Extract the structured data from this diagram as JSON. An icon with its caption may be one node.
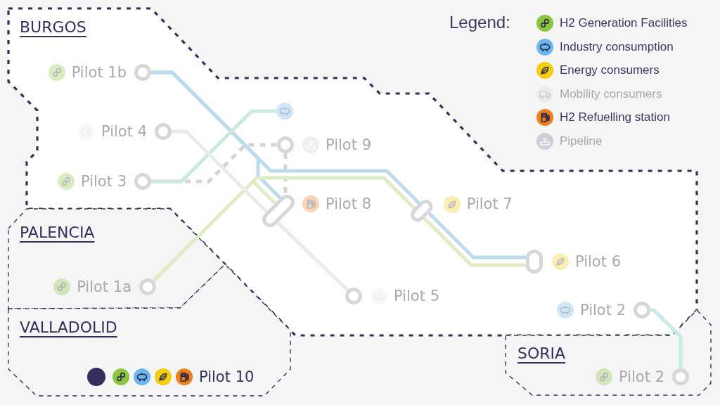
{
  "diagram": {
    "nodes": [
      {
        "text": [
          "BURGOS"
        ]
      },
      {
        "text": [
          "Pilot 1b"
        ],
        "in": 0
      },
      {
        "text": [],
        "shape": "circle",
        "in": 0
      },
      {
        "text": [
          "Pilot 4"
        ],
        "in": 0
      },
      {
        "text": [
          "Pilot 9"
        ],
        "in": 0
      },
      {
        "text": [
          "Pilot 3"
        ],
        "in": 0
      },
      {
        "text": [
          "Pilot 8"
        ],
        "in": 0
      },
      {
        "text": [
          "Pilot 7"
        ],
        "in": 0
      },
      {
        "text": [
          "Pilot 6"
        ],
        "in": 0
      },
      {
        "text": [
          "Pilot 5"
        ],
        "in": 0
      },
      {
        "text": [
          "Pilot 2"
        ],
        "in": 0
      },
      {
        "text": [
          "PALENCIA"
        ]
      },
      {
        "text": [
          "Pilot 1a"
        ],
        "in": 11
      },
      {
        "text": [
          "VALLADOLID"
        ]
      },
      {
        "text": [
          "Pilot 10"
        ],
        "in": 13
      },
      {
        "text": [
          "SORIA"
        ]
      },
      {
        "text": [
          "Pilot 2"
        ],
        "in": 15
      }
    ],
    "edges": [
      {
        "from": 1,
        "to": 6,
        "arrow": "none",
        "color": "#bcdcee"
      },
      {
        "from": 1,
        "to": 7,
        "arrow": "none",
        "color": "#bcdcee"
      },
      {
        "from": 7,
        "to": 8,
        "arrow": "none",
        "color": "#bcdcee"
      },
      {
        "from": 12,
        "to": 6,
        "arrow": "none",
        "color": "#dfedc4"
      },
      {
        "from": 12,
        "to": 7,
        "arrow": "none",
        "color": "#dfedc4"
      },
      {
        "from": 7,
        "to": 8,
        "arrow": "none",
        "color": "#dfedc4"
      },
      {
        "from": 5,
        "to": 2,
        "arrow": "none",
        "color": "#c8e9dc"
      },
      {
        "from": 5,
        "to": 4,
        "arrow": "none",
        "style": "dashed",
        "color": "#d3d3d9"
      },
      {
        "from": 4,
        "to": 6,
        "arrow": "none",
        "style": "dashed",
        "color": "#d3d3d9"
      },
      {
        "from": 3,
        "to": 6,
        "arrow": "none",
        "color": "#ebebeb"
      },
      {
        "from": 6,
        "to": 9,
        "arrow": "none",
        "color": "#ebebeb"
      },
      {
        "from": 10,
        "to": 16,
        "arrow": "none",
        "color": "#c6ebeb"
      }
    ],
    "labels": [
      "Legend:"
    ],
    "legend": [
      {
        "text": "H2 Generation Facilities",
        "color": "#8cc63f"
      },
      {
        "text": "Industry consumption",
        "color": "#6cb7f0"
      },
      {
        "text": "Energy consumers",
        "color": "#f4cd0c"
      },
      {
        "text": "Mobility consumers",
        "color": "#ececee"
      },
      {
        "text": "H2 Refuelling station",
        "color": "#f07e1a"
      },
      {
        "text": "Pipeline",
        "color": "#cfcfd7"
      }
    ]
  }
}
